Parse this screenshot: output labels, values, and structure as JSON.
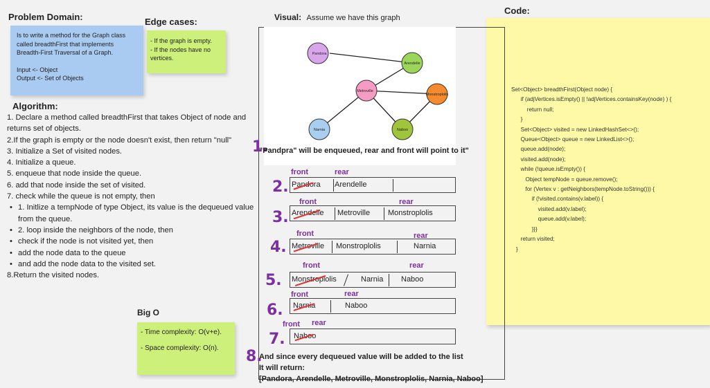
{
  "problem": {
    "title": "Problem Domain:",
    "text": "Is to write a method for the Graph class called breadthFirst that implements Breadth-First Traversal of a Graph.",
    "input": "Input <- Object",
    "output": "Output <- Set of Objects"
  },
  "edge": {
    "title": "Edge cases:",
    "line1": "- If the graph is empty.",
    "line2": "- If the nodes have no vertices."
  },
  "algorithm": {
    "title": "Algorithm:",
    "steps": [
      "1. Declare a method called breadthFirst that takes Object of node and returns set of objects.",
      "2.If the graph is empty or the node doesn't exist, then return \"null\"",
      "3. Initialize a Set of visited nodes.",
      "4. Initialize a queue.",
      "5. enqueue that node inside the queue.",
      "6. add that node inside the set of visited.",
      "7. check while the queue is not empty, then"
    ],
    "substeps": [
      "1. Initlize a tempNode of type Object, its value is the dequeued value from the queue.",
      "2.  loop inside the neighbors of the node, then",
      "check if the node is not visited yet, then",
      "add the node data to the queue",
      "and add the node data to the visited set."
    ],
    "last": "8.Return the visited nodes."
  },
  "bigo": {
    "title": "Big O",
    "time": "- Time complexity: O(v+e).",
    "space": "- Space complexity: O(n)."
  },
  "visual": {
    "title": "Visual:",
    "subtitle": "Assume we have this graph",
    "nodes": {
      "pandora": "Pandora",
      "arendelle": "Arendelle",
      "metroville": "Metroville",
      "monstroplolis": "Monstroplolis",
      "narnia": "Narnia",
      "naboo": "Naboo"
    },
    "n1": "1.",
    "step1": "\"Pandpra\" will be enqueued, rear and front will point to it\"",
    "front": "front",
    "rear": "rear",
    "n2": "2.",
    "n3": "3.",
    "n4": "4.",
    "n5": "5.",
    "n6": "6.",
    "n7": "7.",
    "n8": "8.",
    "q2": [
      "Pandora",
      "Arendelle"
    ],
    "q3": [
      "Arendelle",
      "Metroville",
      "Monstroplolis"
    ],
    "q4": [
      "Metroville",
      "Monstroplolis",
      "Narnia"
    ],
    "q5": [
      "Monstroplolis",
      "Narnia",
      "Naboo"
    ],
    "q6": [
      "Narnia",
      "Naboo"
    ],
    "q7": [
      "Naboo"
    ],
    "final1": "And since every dequeued value will be added to the list",
    "final2": "It will return:",
    "final3": "[Pandora, Arendelle, Metroville, Monstroplolis, Narnia, Naboo]"
  },
  "code": {
    "title": "Code:",
    "text": "Set<Object> breadthFirst(Object node) {\n      if (adjVertices.isEmpty() || !adjVertices.containsKey(node) ) {\n          return null;\n      }\n      Set<Object> visited = new LinkedHashSet<>();\n      Queue<Object> queue = new LinkedList<>();\n      queue.add(node);\n      visited.add(node);\n      while (!queue.isEmpty()) {\n         Object tempNode = queue.remove();\n         for (Vertex v : getNeighbors(tempNode.toString())) {\n             if (!visited.contains(v.label)) {\n                 visited.add(v.label);\n                 queue.add(v.label);\n             }}}\n      return visited;\n   }"
  },
  "colors": {
    "blue_note": "#a9cbf2",
    "green_note": "#ccf07a",
    "yellow_note": "#fdf9a6",
    "accent": "#7b2fa0"
  }
}
